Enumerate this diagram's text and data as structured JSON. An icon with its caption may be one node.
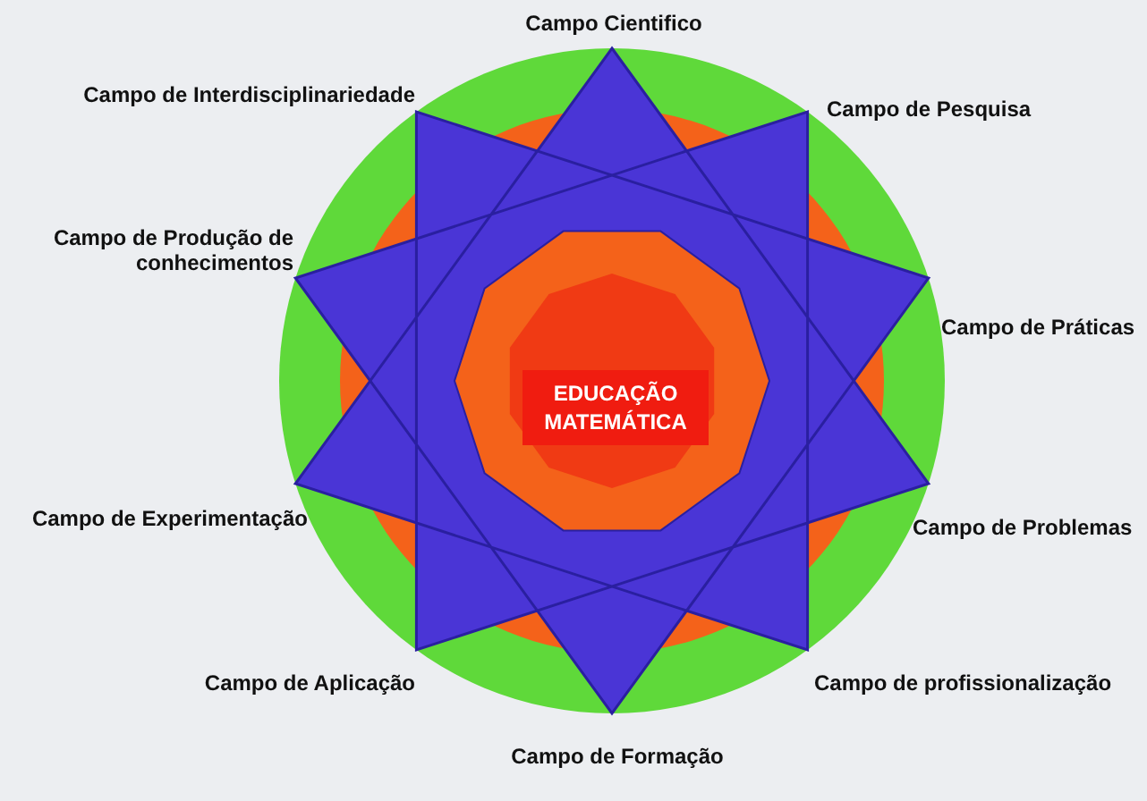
{
  "diagram": {
    "nodes": [
      {
        "text": [
          "EDUCAÇÃO MATEMÁTICA"
        ]
      }
    ],
    "labels": [
      "Campo Cientifico",
      "Campo de Interdisciplinariedade",
      "Campo de Pesquisa",
      "Campo de Produção de conhecimentos",
      "Campo de Práticas",
      "Campo de Experimentação",
      "Campo de Problemas",
      "Campo de Aplicação",
      "Campo de profissionalização",
      "Campo de Formação"
    ]
  }
}
